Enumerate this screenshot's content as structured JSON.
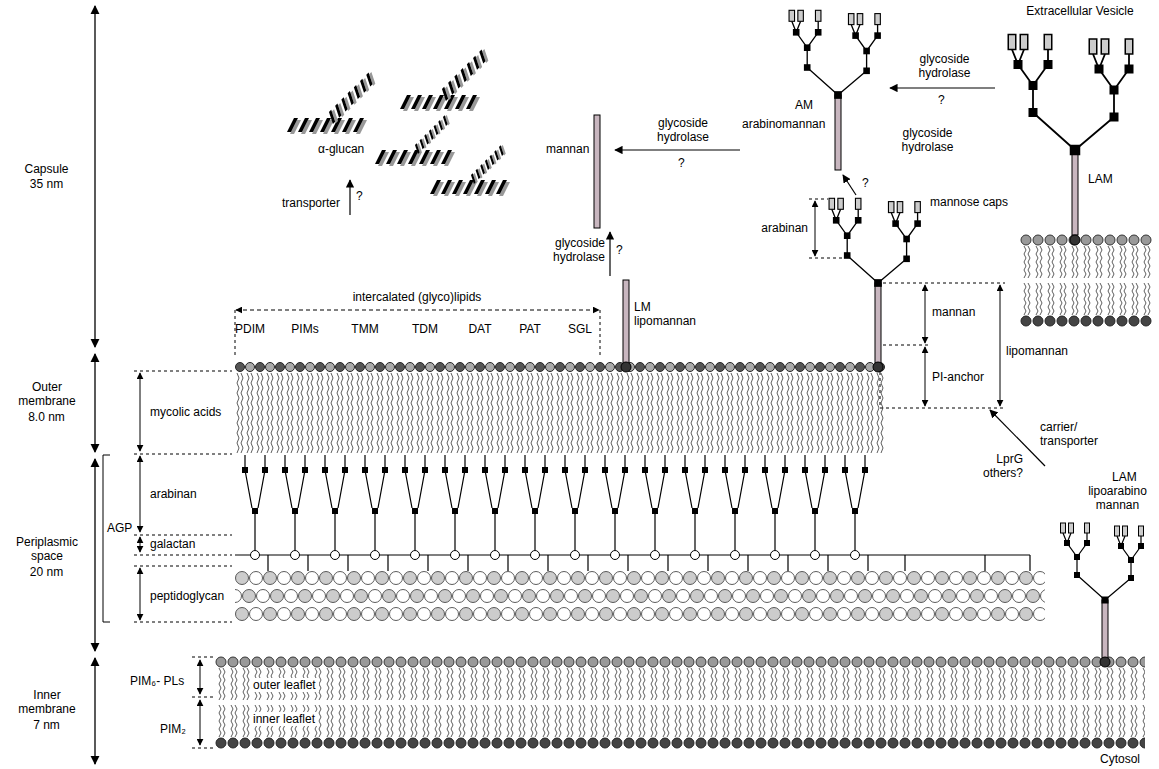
{
  "diagram": {
    "nodes": [
      {
        "text": [
          "α-glucan"
        ]
      },
      {
        "text": [
          "mannan"
        ]
      },
      {
        "text": [
          "AM",
          "arabinomannan"
        ]
      },
      {
        "text": [
          "LAM"
        ]
      },
      {
        "text": [
          "mannose caps"
        ]
      },
      {
        "text": [
          "LM",
          "lipomannan"
        ]
      },
      {
        "text": [
          "LAM",
          "lipoarabino mannan"
        ]
      }
    ],
    "edges": [
      {
        "from": 5,
        "to": 1,
        "arrow": "to",
        "label": "glycoside hydrolase"
      },
      {
        "from": 2,
        "to": 1,
        "arrow": "to",
        "label": "glycoside hydrolase"
      },
      {
        "from": 3,
        "to": 2,
        "arrow": "to",
        "label": "glycoside hydrolase"
      },
      {
        "from": 4,
        "to": 2,
        "arrow": "to",
        "label": "glycoside hydrolase"
      },
      {
        "from": 6,
        "to": 4,
        "arrow": "to",
        "label": "carrier/ transporter"
      }
    ],
    "labels": [
      "Capsule",
      "35 nm",
      "Outer membrane",
      "8.0 nm",
      "Periplasmic space",
      "20 nm",
      "Inner membrane",
      "7 nm",
      "transporter",
      "?",
      "intercalated (glyco)lipids",
      "PDIM",
      "PIMs",
      "TMM",
      "TDM",
      "DAT",
      "PAT",
      "SGL",
      "?",
      "?",
      "?",
      "?",
      "Extracellular Vesicle",
      "arabinan",
      "mannan",
      "lipomannan",
      "PI-anchor",
      "mycolic acids",
      "arabinan",
      "galactan",
      "peptidoglycan",
      "AGP",
      "LprG others?",
      "PIM₆- PLs",
      "outer leaflet",
      "inner leaflet",
      "PIM₂",
      "Cytosol"
    ]
  }
}
